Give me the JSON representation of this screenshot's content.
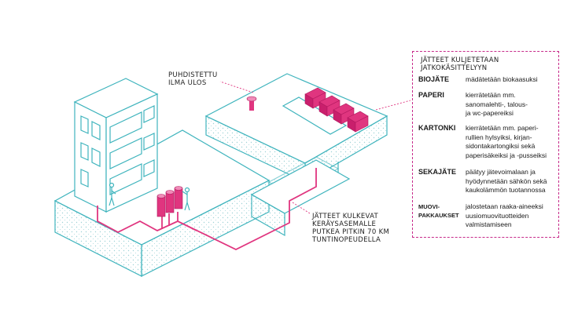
{
  "callouts": {
    "air": [
      "PUHDISTETTU",
      "ILMA ULOS"
    ],
    "pipe": [
      "JÄTTEET KULKEVAT",
      "KERÄYSASEMALLE",
      "PUTKEA PITKIN 70 KM",
      "TUNTINOPEUDELLA"
    ]
  },
  "legend": {
    "title": "JÄTTEET KULJETETAAN JATKOKÄSITTELYYN",
    "items": [
      {
        "term": "BIOJÄTE",
        "lines": [
          "mädätetään biokaasuksi"
        ]
      },
      {
        "term": "PAPERI",
        "lines": [
          "kierrätetään mm.",
          "sanomalehti-, talous-",
          "ja wc-papereiksi"
        ]
      },
      {
        "term": "KARTONKI",
        "lines": [
          "kierrätetään mm. paperi-",
          "rullien hylsyiksi, kirjan-",
          "sidontakartongiksi sekä",
          "paperisäkeiksi ja -pusseiksi"
        ]
      },
      {
        "term": "SEKAJÄTE",
        "lines": [
          "päätyy jätevoimalaan ja",
          "hyödynnetään sähkön sekä",
          "kaukolämmön tuotannossa"
        ]
      },
      {
        "term_lines": [
          "MUOVI-",
          "PAKKAUKSET"
        ],
        "lines": [
          "jalostetaan raaka-aineeksi",
          "uusiomuovituotteiden",
          "valmistamiseen"
        ]
      }
    ]
  },
  "colors": {
    "outline": "#3fb4bd",
    "accent": "#e0357f",
    "fill": "#eef7f7"
  }
}
